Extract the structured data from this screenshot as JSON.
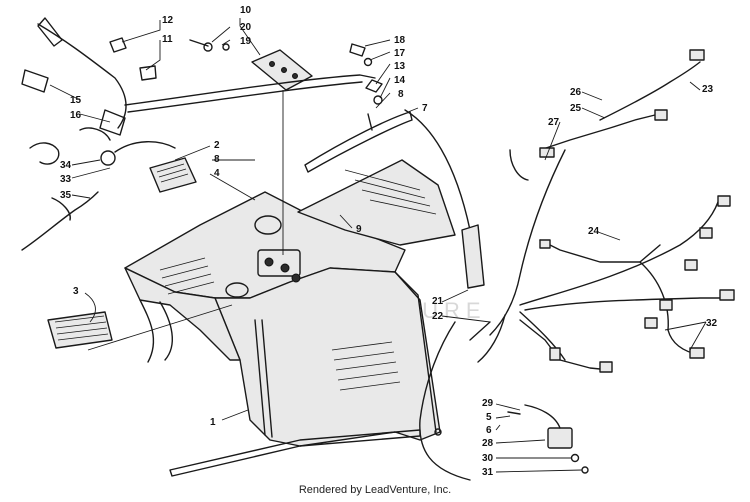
{
  "footer": {
    "credit": "Rendered by LeadVenture, Inc."
  },
  "watermark": {
    "text": "LEADVENTURE"
  },
  "callouts": {
    "c1": "1",
    "c2": "2",
    "c3": "3",
    "c4": "4",
    "c5": "5",
    "c6": "6",
    "c7": "7",
    "c8a": "8",
    "c8b": "8",
    "c9": "9",
    "c10": "10",
    "c11": "11",
    "c12": "12",
    "c13": "13",
    "c14": "14",
    "c15": "15",
    "c16": "16",
    "c17": "17",
    "c18": "18",
    "c19": "19",
    "c20": "20",
    "c21": "21",
    "c22": "22",
    "c23": "23",
    "c24": "24",
    "c25": "25",
    "c26": "26",
    "c27": "27",
    "c28": "28",
    "c29": "29",
    "c30": "30",
    "c31": "31",
    "c32": "32",
    "c33": "33",
    "c34": "34",
    "c35": "35"
  }
}
